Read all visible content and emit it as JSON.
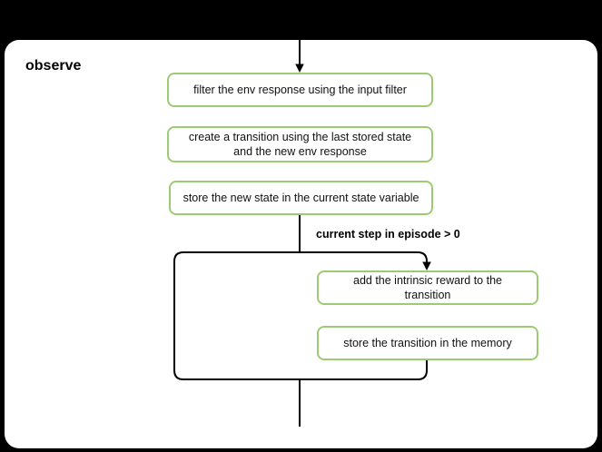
{
  "diagram": {
    "title": "observe",
    "nodes": {
      "filter": "filter the env response using the input filter",
      "create_transition": "create a transition using the last stored state and the new env response",
      "store_state": "store the new state in the current state variable",
      "add_reward": "add the intrinsic reward to the transition",
      "store_transition": "store the transition in the memory"
    },
    "branch_condition": "current step in episode > 0",
    "colors": {
      "node_border": "#9CCB72",
      "node_fill": "#FFFFFF",
      "container_fill": "#FFFFFF",
      "background": "#000000",
      "edge": "#000000"
    }
  }
}
